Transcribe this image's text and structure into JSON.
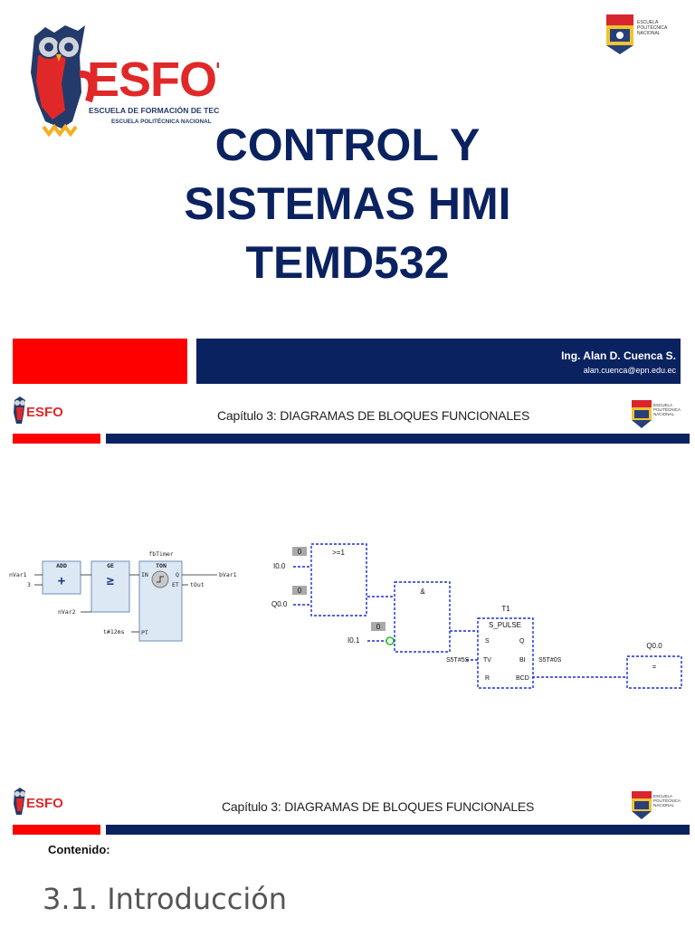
{
  "slide1": {
    "logo": {
      "brand": "ESFOT",
      "tagline_1": "ESCUELA DE FORMACIÓN DE TECNÓLOGOS",
      "tagline_2": "ESCUELA POLITÉCNICA NACIONAL"
    },
    "epn_logo": {
      "line1": "ESCUELA",
      "line2": "POLITÉCNICA",
      "line3": "NACIONAL"
    },
    "title_lines": [
      "CONTROL Y",
      "SISTEMAS HMI",
      "TEMD532"
    ],
    "author": "Ing. Alan D. Cuenca S.",
    "email": "alan.cuenca@epn.edu.ec",
    "colors": {
      "navy": "#0b2260",
      "red": "#ff0000"
    }
  },
  "slide2": {
    "chapter_title": "Capítulo 3: DIAGRAMAS DE BLOQUES FUNCIONALES",
    "logo_brand": "ESFOT",
    "fbd_left": {
      "block_add": {
        "name": "ADD",
        "symbol": "+"
      },
      "block_ge": {
        "name": "GE",
        "symbol": "≥"
      },
      "timer_instance": "fbTimer",
      "block_ton": {
        "name": "TON",
        "pin_in": "IN",
        "pin_q": "Q",
        "pin_et": "ET",
        "pin_pt": "PT"
      },
      "input_var1": "nVar1",
      "input_const": "3",
      "input_var2": "nVar2",
      "input_time": "t#12ms",
      "output_q": "bVar1",
      "output_et": "tOut"
    },
    "fbd_right": {
      "or_block": ">=1",
      "and_block": "&",
      "timer_label": "T1",
      "timer_type": "S_PULSE",
      "pin_s": "S",
      "pin_q": "Q",
      "pin_tv": "TV",
      "pin_bi": "BI",
      "pin_r": "R",
      "pin_bcd": "BCD",
      "tag_i00": "I0.0",
      "tag_q00": "Q0.0",
      "tag_i01": "I0.1",
      "val_i00": "0",
      "val_q00": "0",
      "val_i01": "0",
      "tv_value": "S5T#5S",
      "bcd_value": "S5T#0S",
      "out_label": "Q0.0",
      "out_block": "="
    }
  },
  "slide3": {
    "chapter_title": "Capítulo 3: DIAGRAMAS DE BLOQUES FUNCIONALES",
    "contenido": "Contenido:",
    "intro": "3.1. Introducción"
  }
}
